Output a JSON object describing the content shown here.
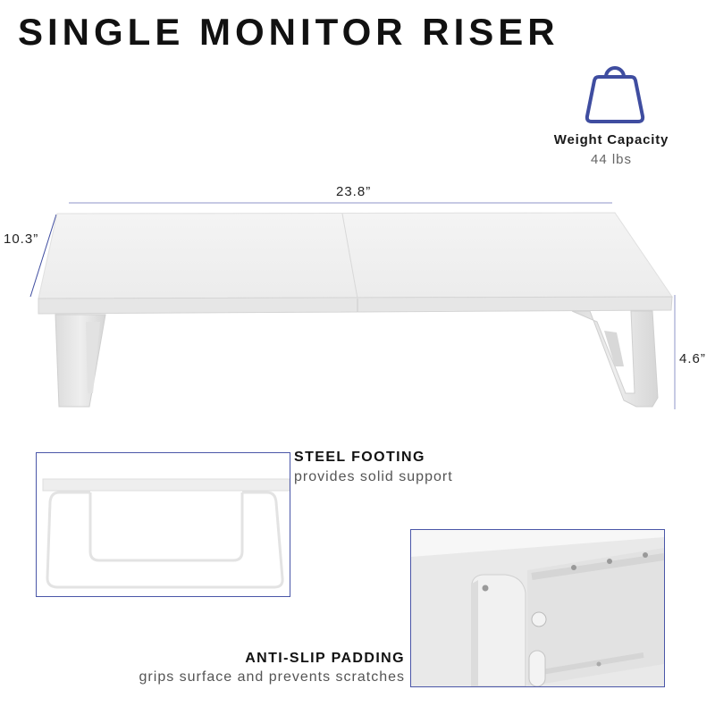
{
  "title": "SINGLE MONITOR RISER",
  "weight_capacity": {
    "icon": "weight-icon",
    "label": "Weight Capacity",
    "value": "44 lbs"
  },
  "dimensions": {
    "width": "23.8”",
    "depth": "10.3”",
    "height": "4.6”"
  },
  "features": [
    {
      "title": "STEEL FOOTING",
      "subtitle": "provides solid support"
    },
    {
      "title": "ANTI-SLIP PADDING",
      "subtitle": "grips surface and prevents scratches"
    }
  ],
  "colors": {
    "accent": "#3f4da0",
    "dimension_line": "#8f96c8",
    "frame_border": "#4a56a8"
  }
}
